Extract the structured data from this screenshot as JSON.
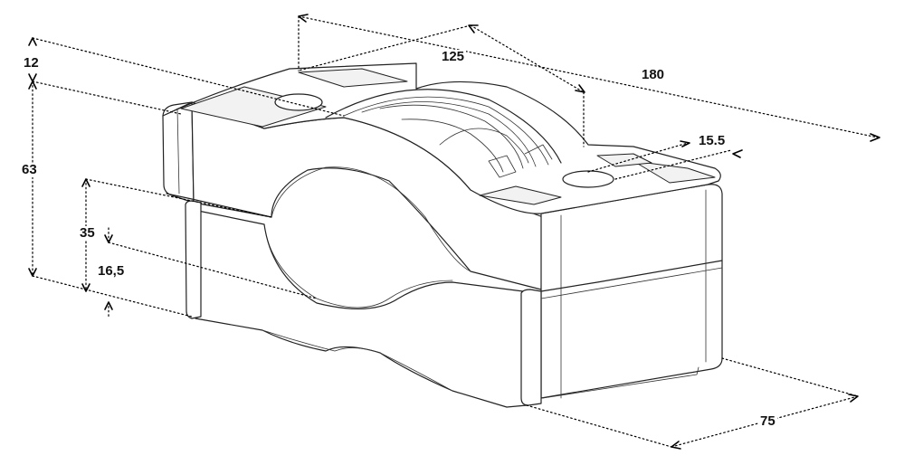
{
  "dimensions": {
    "length": "180",
    "top_length": "125",
    "width": "75",
    "slot": "15.5",
    "rim_height": "12",
    "total_height": "63",
    "lower_height": "35",
    "base_height": "16,5"
  }
}
